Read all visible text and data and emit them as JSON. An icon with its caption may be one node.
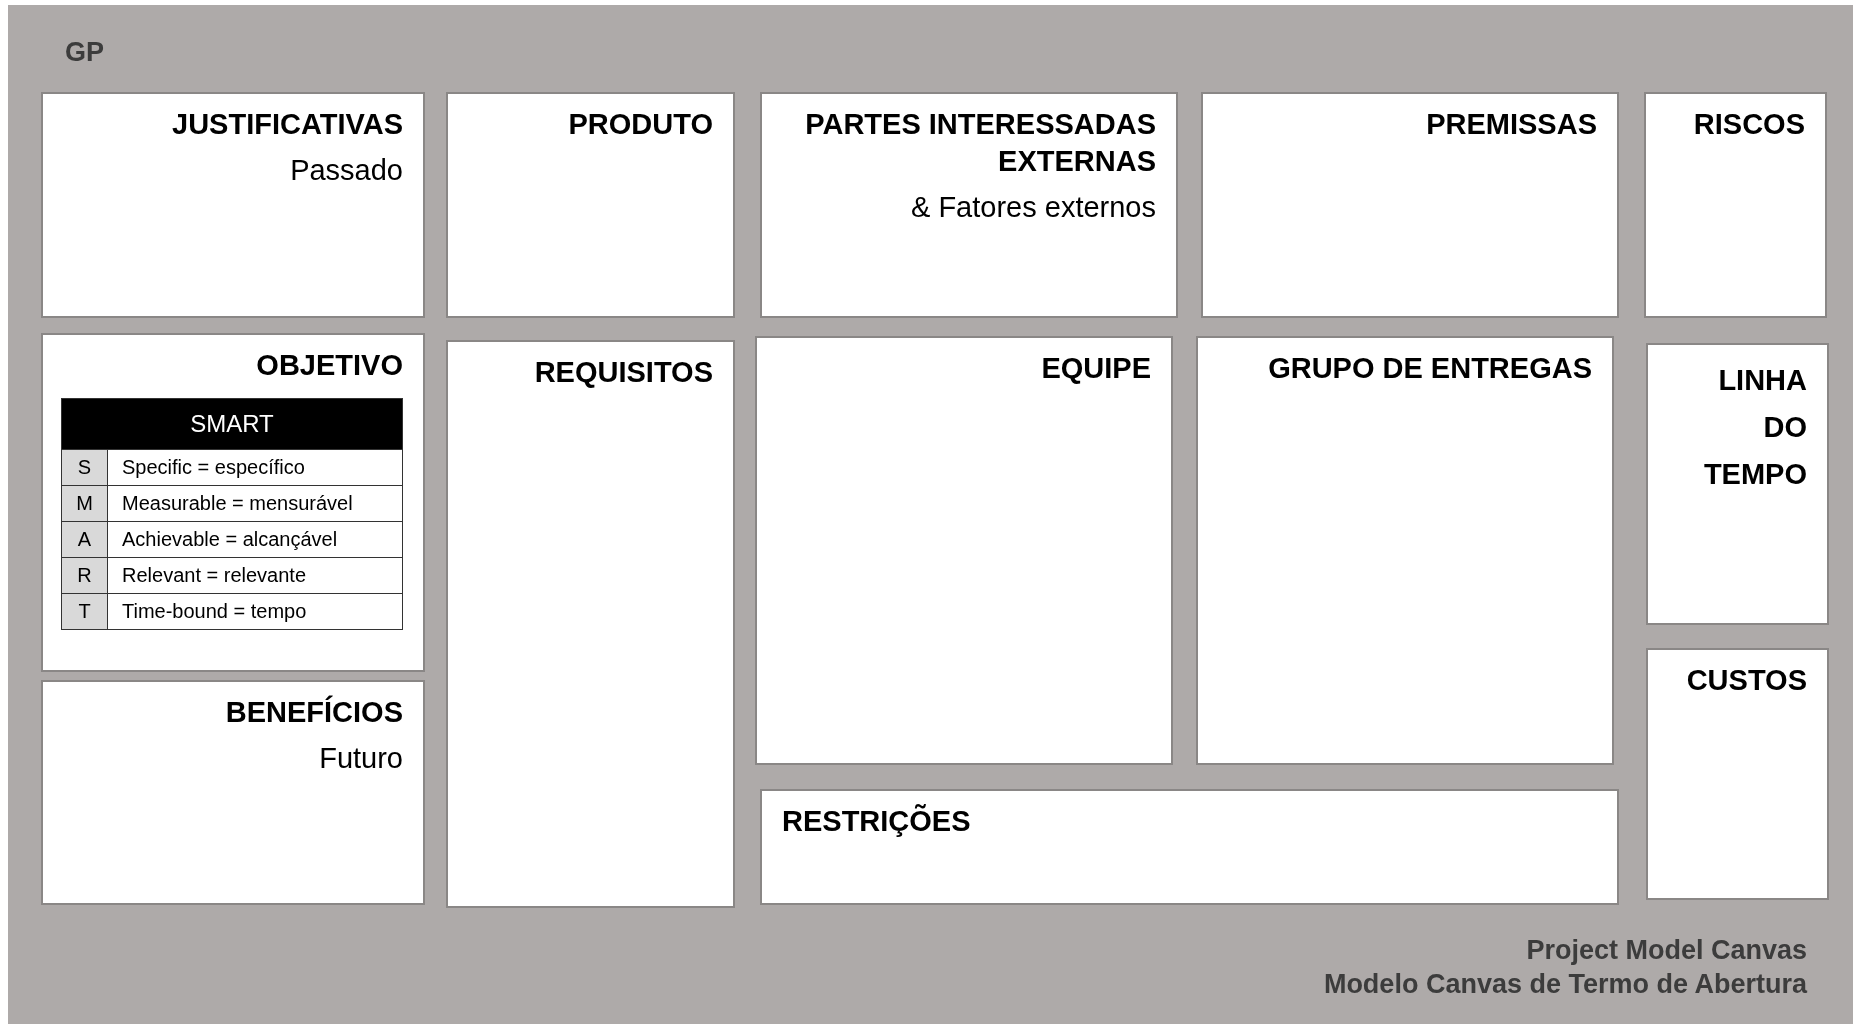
{
  "diagram": {
    "title": "GP",
    "nodes": [
      {
        "text": [
          "JUSTIFICATIVAS",
          "Passado"
        ]
      },
      {
        "text": [
          "PRODUTO"
        ]
      },
      {
        "text": [
          "PARTES INTERESSADAS EXTERNAS",
          "& Fatores externos"
        ]
      },
      {
        "text": [
          "PREMISSAS"
        ]
      },
      {
        "text": [
          "RISCOS"
        ]
      },
      {
        "text": [
          "OBJETIVO"
        ]
      },
      {
        "text": [
          "REQUISITOS"
        ]
      },
      {
        "text": [
          "EQUIPE"
        ]
      },
      {
        "text": [
          "GRUPO DE ENTREGAS"
        ]
      },
      {
        "text": [
          "LINHA DO TEMPO"
        ]
      },
      {
        "text": [
          "BENEFÍCIOS",
          "Futuro"
        ]
      },
      {
        "text": [
          "CUSTOS"
        ]
      },
      {
        "text": [
          "RESTRIÇÕES"
        ]
      }
    ],
    "edges": [],
    "labels": [
      "SMART",
      "S",
      "Specific = específico",
      "M",
      "Measurable = mensurável",
      "A",
      "Achievable = alcançável",
      "R",
      "Relevant = relevante",
      "T",
      "Time-bound = tempo",
      "Project Model Canvas",
      "Modelo Canvas de Termo de Abertura"
    ]
  }
}
